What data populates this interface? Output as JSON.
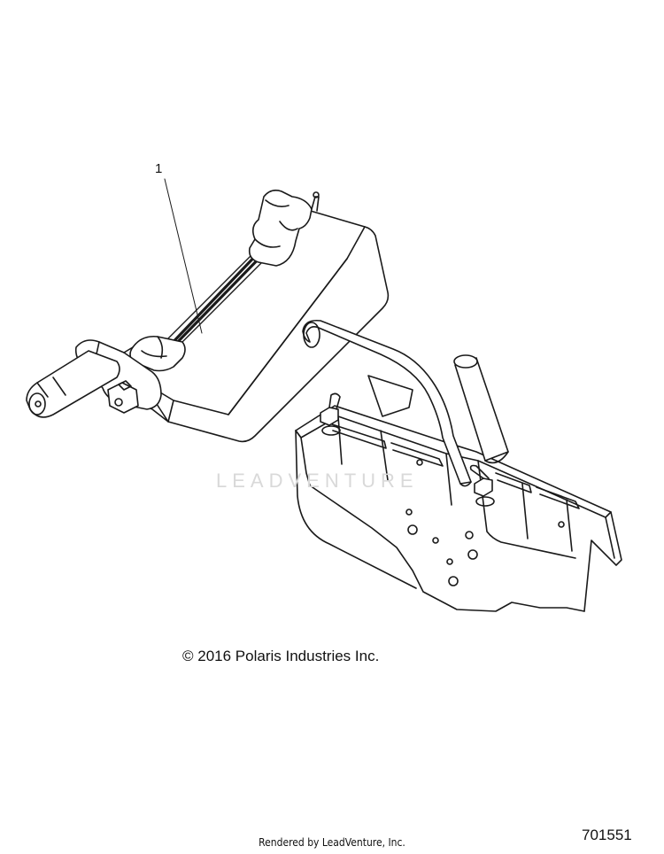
{
  "diagram": {
    "callout_label": "1",
    "watermark": "LEADVENTURE",
    "copyright": "© 2016 Polaris Industries Inc.",
    "rendered_by": "Rendered by LeadVenture, Inc.",
    "reference_number": "701551"
  }
}
